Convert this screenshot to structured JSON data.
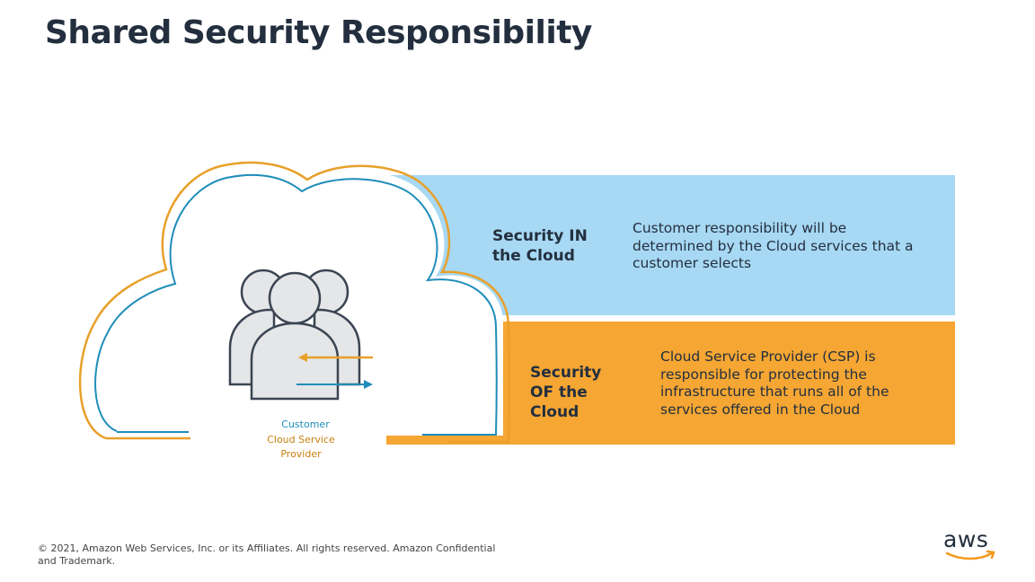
{
  "title": "Shared Security Responsibility",
  "bands": {
    "in": {
      "label": "Security IN the Cloud",
      "description": "Customer responsibility will be determined by the Cloud services that a customer selects",
      "color": "#a7d8f4"
    },
    "of": {
      "label": "Security OF the Cloud",
      "description": "Cloud Service Provider (CSP) is responsible for protecting the infrastructure that runs all of the services offered in the Cloud",
      "color": "#f5a633"
    }
  },
  "legend": {
    "customer": {
      "label": "Customer",
      "color": "#1f8db9"
    },
    "provider": {
      "label": "Cloud Service Provider",
      "color": "#e8a02a"
    }
  },
  "icons": [
    "cloud-icon",
    "users-icon",
    "arrow-left-icon",
    "arrow-right-icon"
  ],
  "footer": "© 2021, Amazon Web Services, Inc. or its Affiliates. All rights reserved. Amazon Confidential and Trademark.",
  "logo": "aws"
}
